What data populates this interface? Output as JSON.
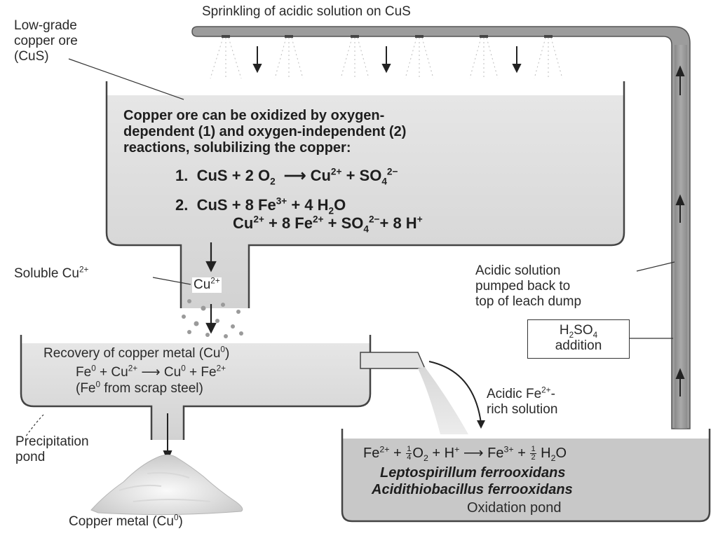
{
  "labels": {
    "sprinkling": "Sprinkling of acidic solution on CuS",
    "low_grade_ore": [
      "Low-grade",
      "copper ore",
      "(CuS)"
    ],
    "soluble_cu": "Soluble Cu",
    "soluble_cu_charge": "2+",
    "cu_ion": "Cu",
    "cu_ion_charge": "2+",
    "acidic_pumped": [
      "Acidic solution",
      "pumped back to",
      "top of leach dump"
    ],
    "h2so4_addition": "addition",
    "acidic_fe_rich": [
      "Acidic Fe",
      "2+",
      "-",
      "rich solution"
    ],
    "precipitation_pond": [
      "Precipitation",
      "pond"
    ],
    "copper_metal": "Copper metal (Cu",
    "copper_metal_sup": "0",
    "copper_metal_close": ")"
  },
  "leach_dump": {
    "intro": [
      "Copper ore can be oxidized by oxygen-",
      "dependent (1) and oxygen-independent (2)",
      "reactions,  solubilizing the copper:"
    ],
    "reaction_1_num": "1.",
    "reaction_2_num": "2."
  },
  "recovery": {
    "title": "Recovery of copper metal (Cu",
    "title_sup": "0",
    "title_close": ")",
    "note": "(Fe"
  },
  "oxidation_pond": {
    "organism_1": "Leptospirillum ferrooxidans",
    "organism_2": "Acidithiobacillus ferrooxidans",
    "label": "Oxidation pond"
  }
}
